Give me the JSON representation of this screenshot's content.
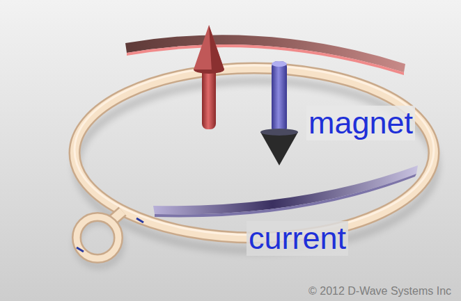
{
  "diagram": {
    "labels": [
      "magnet",
      "current",
      "© 2012 D-Wave Systems Inc"
    ]
  }
}
